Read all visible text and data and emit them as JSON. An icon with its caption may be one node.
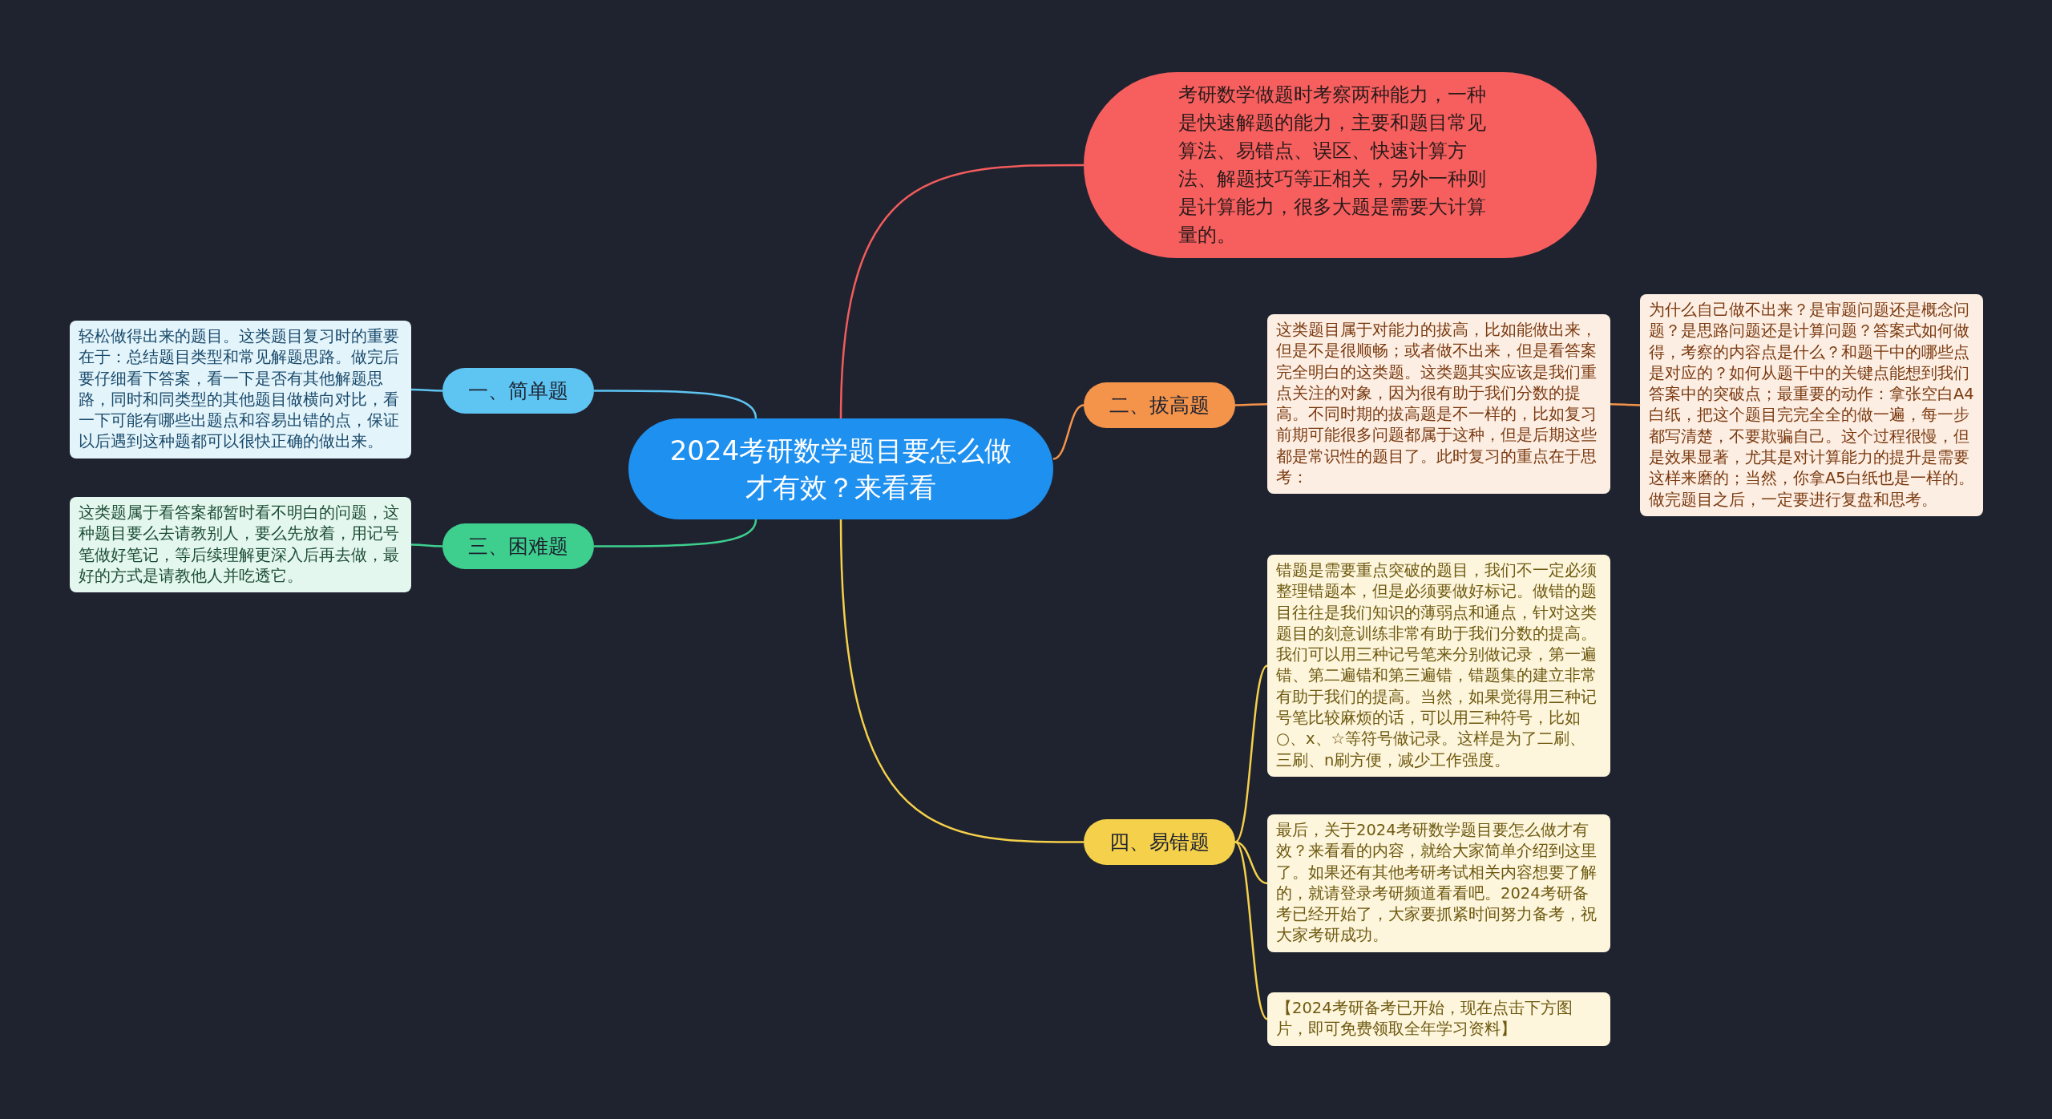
{
  "diagram": {
    "nodes": [
      {
        "text": [
          "2024考研数学题目要怎么做才有效？来看看"
        ]
      },
      {
        "text": [
          "考研数学做题时考察两种能力，一种是快速解题的能力，主要和题目常见算法、易错点、误区、快速计算方法、解题技巧等正相关，另外一种则是计算能力，很多大题是需要大计算量的。"
        ]
      },
      {
        "text": [
          "二、拔高题"
        ]
      },
      {
        "text": [
          "这类题目属于对能力的拔高，比如能做出来，但是不是很顺畅；或者做不出来，但是看答案完全明白的这类题。这类题其实应该是我们重点关注的对象，因为很有助于我们分数的提高。不同时期的拔高题是不一样的，比如复习前期可能很多问题都属于这种，但是后期这些都是常识性的题目了。此时复习的重点在于思考："
        ]
      },
      {
        "text": [
          "为什么自己做不出来？是审题问题还是概念问题？是思路问题还是计算问题？答案式如何做得，考察的内容点是什么？和题干中的哪些点是对应的？如何从题干中的关键点能想到我们答案中的突破点；最重要的动作：拿张空白A4白纸，把这个题目完完全全的做一遍，每一步都写清楚，不要欺骗自己。这个过程很慢，但是效果显著，尤其是对计算能力的提升是需要这样来磨的；当然，你拿A5白纸也是一样的。做完题目之后，一定要进行复盘和思考。"
        ]
      },
      {
        "text": [
          "四、易错题"
        ]
      },
      {
        "text": [
          "错题是需要重点突破的题目，我们不一定必须整理错题本，但是必须要做好标记。做错的题目往往是我们知识的薄弱点和通点，针对这类题目的刻意训练非常有助于我们分数的提高。我们可以用三种记号笔来分别做记录，第一遍错、第二遍错和第三遍错，错题集的建立非常有助于我们的提高。当然，如果觉得用三种记号笔比较麻烦的话，可以用三种符号，比如○、x、☆等符号做记录。这样是为了二刷、三刷、n刷方便，减少工作强度。"
        ]
      },
      {
        "text": [
          "最后，关于2024考研数学题目要怎么做才有效？来看看的内容，就给大家简单介绍到这里了。如果还有其他考研考试相关内容想要了解的，就请登录考研频道看看吧。2024考研备考已经开始了，大家要抓紧时间努力备考，祝大家考研成功。"
        ]
      },
      {
        "text": [
          "【2024考研备考已开始，现在点击下方图片，即可免费领取全年学习资料】"
        ]
      },
      {
        "text": [
          "一、简单题"
        ]
      },
      {
        "text": [
          "轻松做得出来的题目。这类题目复习时的重要在于：总结题目类型和常见解题思路。做完后要仔细看下答案，看一下是否有其他解题思路，同时和同类型的其他题目做横向对比，看一下可能有哪些出题点和容易出错的点，保证以后遇到这种题都可以很快正确的做出来。"
        ]
      },
      {
        "text": [
          "三、困难题"
        ]
      },
      {
        "text": [
          "这类题属于看答案都暂时看不明白的问题，这种题目要么去请教别人，要么先放着，用记号笔做好笔记，等后续理解更深入后再去做，最好的方式是请教他人并吃透它。"
        ]
      }
    ],
    "edges": [
      {
        "from": 0,
        "to": 1,
        "arrow": "none",
        "color": "#f25c5c"
      },
      {
        "from": 0,
        "to": 2,
        "arrow": "none",
        "color": "#f4934a"
      },
      {
        "from": 2,
        "to": 3,
        "arrow": "none",
        "color": "#f4934a"
      },
      {
        "from": 3,
        "to": 4,
        "arrow": "none",
        "color": "#f4934a"
      },
      {
        "from": 0,
        "to": 5,
        "arrow": "none",
        "color": "#f5d04a"
      },
      {
        "from": 5,
        "to": 6,
        "arrow": "none",
        "color": "#f5d04a"
      },
      {
        "from": 5,
        "to": 7,
        "arrow": "none",
        "color": "#f5d04a"
      },
      {
        "from": 5,
        "to": 8,
        "arrow": "none",
        "color": "#f5d04a"
      },
      {
        "from": 0,
        "to": 9,
        "arrow": "none",
        "color": "#5ec4f2"
      },
      {
        "from": 9,
        "to": 10,
        "arrow": "none",
        "color": "#5ec4f2"
      },
      {
        "from": 0,
        "to": 11,
        "arrow": "none",
        "color": "#3ecf8e"
      },
      {
        "from": 11,
        "to": 12,
        "arrow": "none",
        "color": "#3ecf8e"
      }
    ]
  }
}
